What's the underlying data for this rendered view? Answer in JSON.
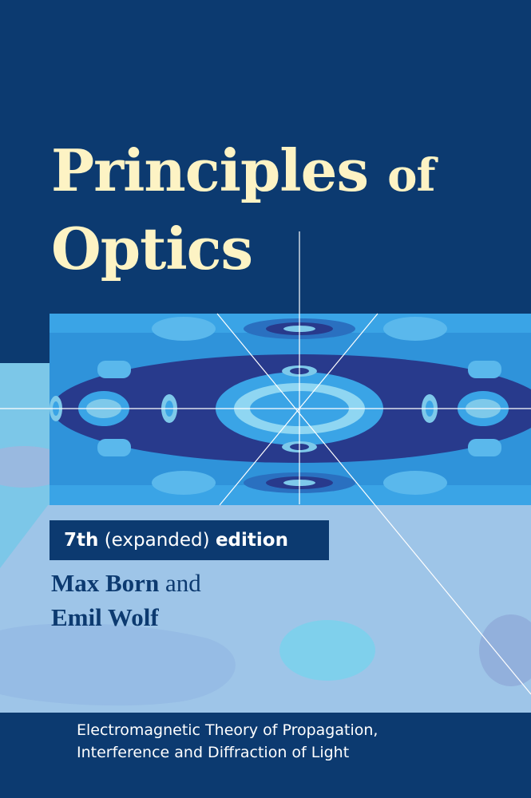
{
  "cover": {
    "title_line_1_main": "Principles",
    "title_line_1_small": "of",
    "title_line_2": "Optics",
    "edition_number": "7th",
    "edition_qualifier": "(expanded)",
    "edition_word": "edition",
    "author_1_name": "Max Born",
    "author_conjunction": "and",
    "author_2_name": "Emil Wolf",
    "subtitle_line_1": "Electromagnetic Theory of Propagation,",
    "subtitle_line_2": "Interference and Diffraction of Light"
  },
  "colors": {
    "background": "#0c3a70",
    "title": "#fdf3c4",
    "pattern_light": "#7ec9ea",
    "pattern_mid": "#2f93da",
    "pattern_dark": "#283a8c"
  },
  "icons": [
    "diffraction-pattern-artwork"
  ]
}
